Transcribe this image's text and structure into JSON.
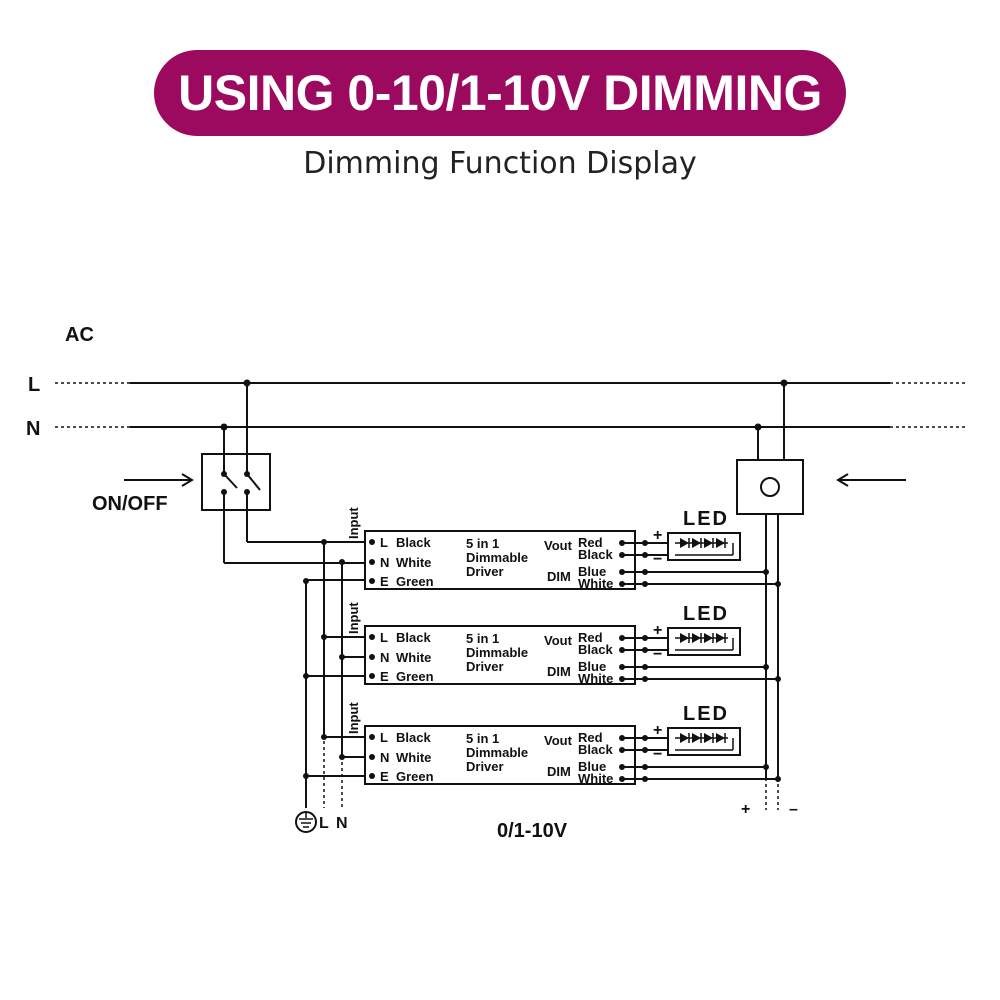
{
  "header": {
    "title": "USING 0-10/1-10V DIMMING",
    "subtitle": "Dimming Function Display",
    "banner_color": "#9b0a5e"
  },
  "diagram": {
    "ac_label": "AC",
    "line_l": "L",
    "line_n": "N",
    "switch_label": "ON/OFF",
    "input_label": "Input",
    "pins_left": {
      "l": "L",
      "n": "N",
      "e": "E"
    },
    "wire_colors_left": {
      "black": "Black",
      "white": "White",
      "green": "Green"
    },
    "driver_name": [
      "5 in 1",
      "Dimmable",
      "Driver"
    ],
    "vout": "Vout",
    "dim": "DIM",
    "wire_colors_right": {
      "red": "Red",
      "black": "Black",
      "blue": "Blue",
      "white": "White"
    },
    "led": "LED",
    "plus": "+",
    "minus": "−",
    "bottom_l": "L",
    "bottom_n": "N",
    "bottom_plus": "+",
    "bottom_minus": "–",
    "dimmer_range": "0/1-10V",
    "ground_icon": "ground-symbol-icon"
  }
}
